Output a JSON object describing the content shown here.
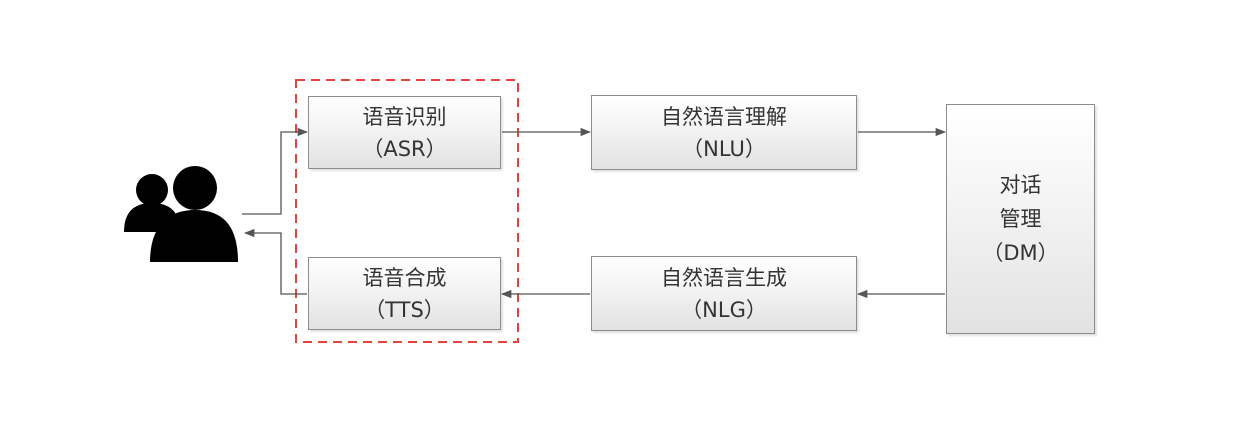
{
  "diagram": {
    "asr": {
      "name": "语音识别",
      "abbr": "（ASR）"
    },
    "tts": {
      "name": "语音合成",
      "abbr": "（TTS）"
    },
    "nlu": {
      "name": "自然语言理解",
      "abbr": "（NLU）"
    },
    "nlg": {
      "name": "自然语言生成",
      "abbr": "（NLG）"
    },
    "dm": {
      "line1": "对话",
      "line2": "管理",
      "abbr": "（DM）"
    }
  },
  "colors": {
    "box_border": "#8c8c8c",
    "arrow": "#555555",
    "highlight_dash": "#e8423f",
    "user_icon": "#000000",
    "text": "#333333"
  },
  "icons": {
    "user": "users-icon"
  }
}
